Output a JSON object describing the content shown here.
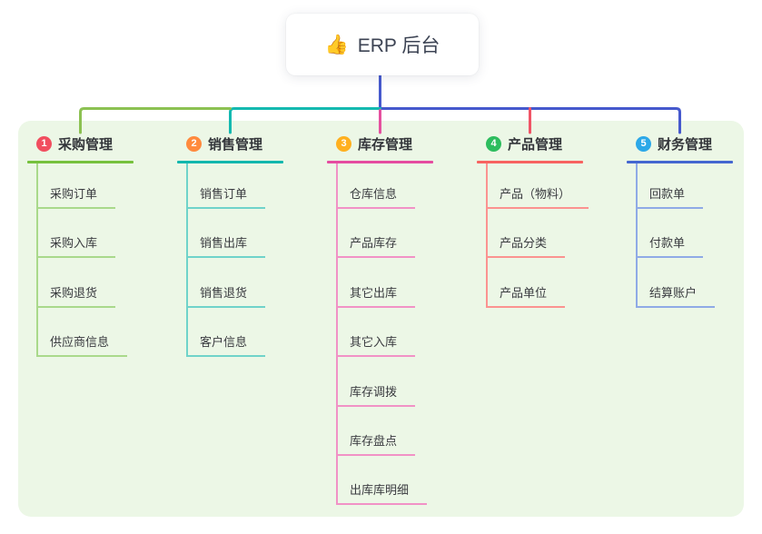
{
  "root": {
    "icon_glyph": "👍",
    "label": "ERP 后台"
  },
  "branches": [
    {
      "number": "1",
      "title": "采购管理",
      "circle_color": "#f14e5f",
      "line_color": "#76c13d",
      "sub_line_color": "#a9d98b",
      "items": [
        "采购订单",
        "采购入库",
        "采购退货",
        "供应商信息"
      ]
    },
    {
      "number": "2",
      "title": "销售管理",
      "circle_color": "#ff8a3d",
      "line_color": "#12b7ad",
      "sub_line_color": "#6fd3ca",
      "items": [
        "销售订单",
        "销售出库",
        "销售退货",
        "客户信息"
      ]
    },
    {
      "number": "3",
      "title": "库存管理",
      "circle_color": "#ffb01f",
      "line_color": "#e54ba0",
      "sub_line_color": "#f192c6",
      "items": [
        "仓库信息",
        "产品库存",
        "其它出库",
        "其它入库",
        "库存调拨",
        "库存盘点",
        "出库库明细"
      ]
    },
    {
      "number": "4",
      "title": "产品管理",
      "circle_color": "#2dbd5e",
      "line_color": "#f76360",
      "sub_line_color": "#fb9390",
      "items": [
        "产品（物料）",
        "产品分类",
        "产品单位"
      ]
    },
    {
      "number": "5",
      "title": "财务管理",
      "circle_color": "#2ca8e8",
      "line_color": "#4467d0",
      "sub_line_color": "#8faae6",
      "items": [
        "回款单",
        "付款单",
        "结算账户"
      ]
    }
  ],
  "colors": {
    "panel_background": "#ecf7e6",
    "root_connector_blue": "#4659cd",
    "bus_green": "#8cc152",
    "bus_teal": "#14b9b0",
    "drop_pink": "#e5509f",
    "drop_red": "#f05566"
  }
}
